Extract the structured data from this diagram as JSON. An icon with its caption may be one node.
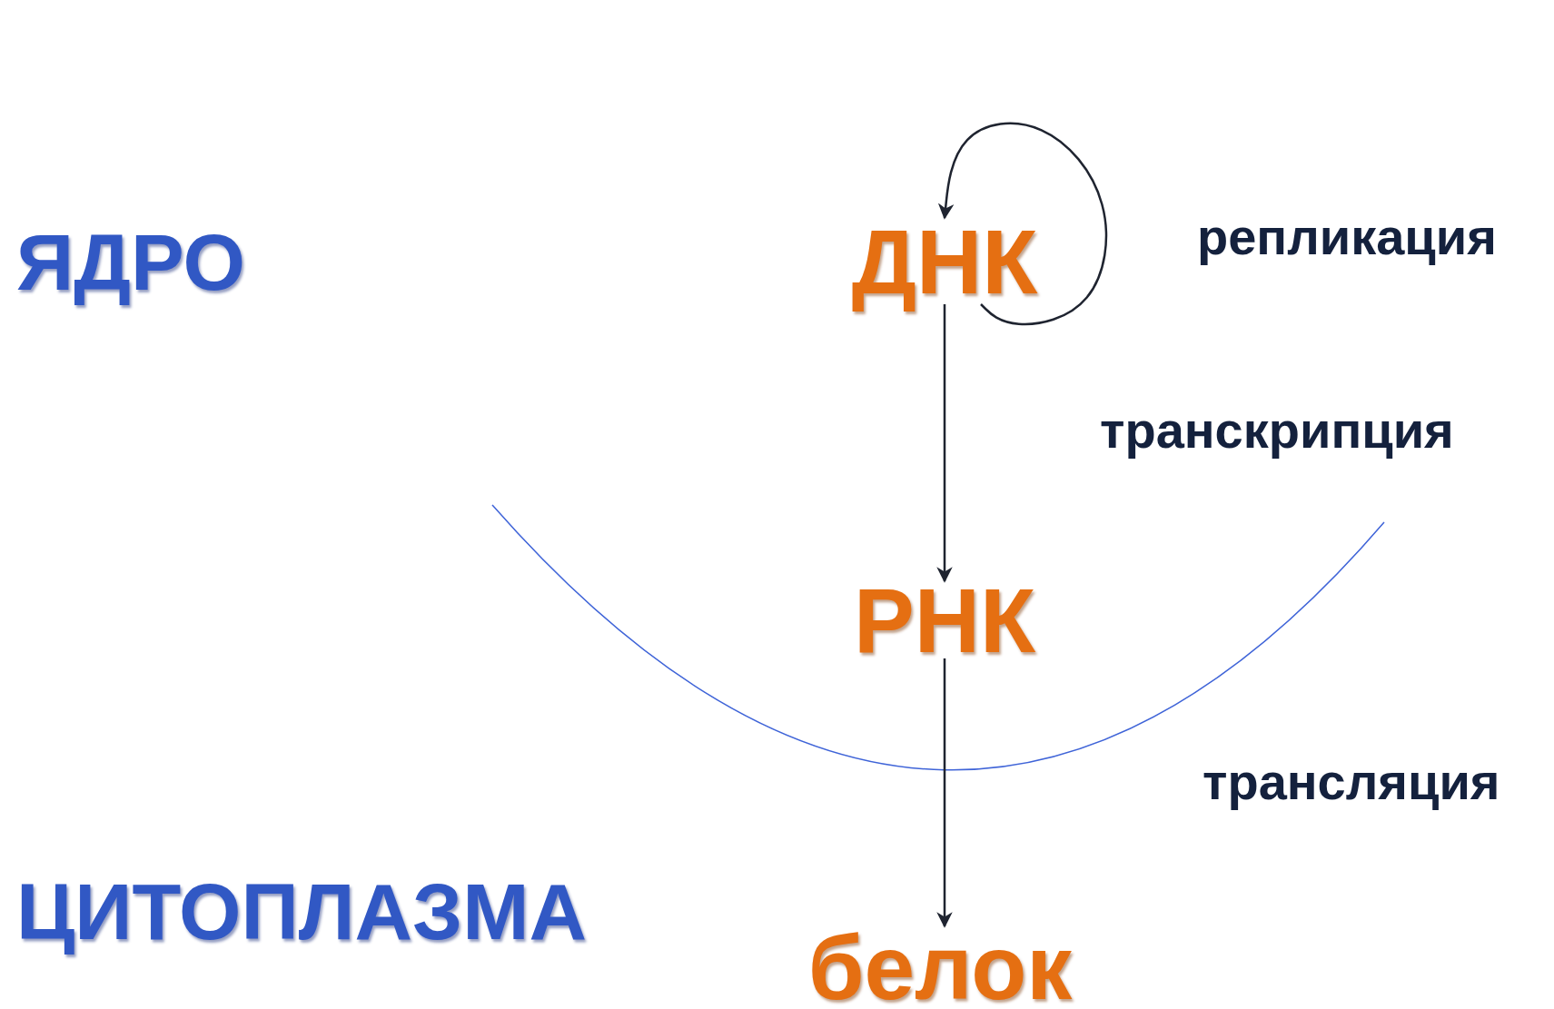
{
  "diagram": {
    "nodes": [
      {
        "text": [
          "ДНК"
        ]
      },
      {
        "text": [
          "РНК"
        ]
      },
      {
        "text": [
          "белок"
        ]
      }
    ],
    "edges": [
      {
        "from": 0,
        "to": 0,
        "arrow": "to"
      },
      {
        "from": 0,
        "to": 1,
        "arrow": "to"
      },
      {
        "from": 1,
        "to": 2,
        "arrow": "to"
      }
    ],
    "labels": [
      "репликация",
      "ЯДРО",
      "транскрипция",
      "трансляция",
      "ЦИТОПЛАЗМА"
    ]
  }
}
